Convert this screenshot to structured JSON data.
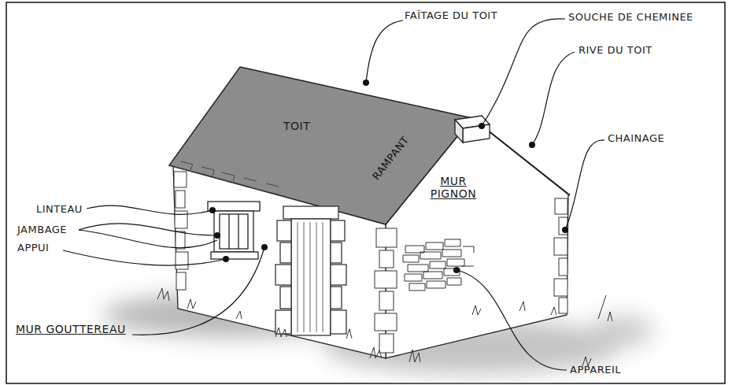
{
  "diagram": {
    "labels": [
      "FAÎTAGE DU TOIT",
      "SOUCHE DE CHEMINEE",
      "RIVE DU TOIT",
      "TOIT",
      "RAMPANT",
      "MUR PIGNON",
      "CHAINAGE",
      "LINTEAU",
      "JAMBAGE",
      "APPUI",
      "MUR GOUTTEREAU",
      "APPAREIL"
    ]
  }
}
